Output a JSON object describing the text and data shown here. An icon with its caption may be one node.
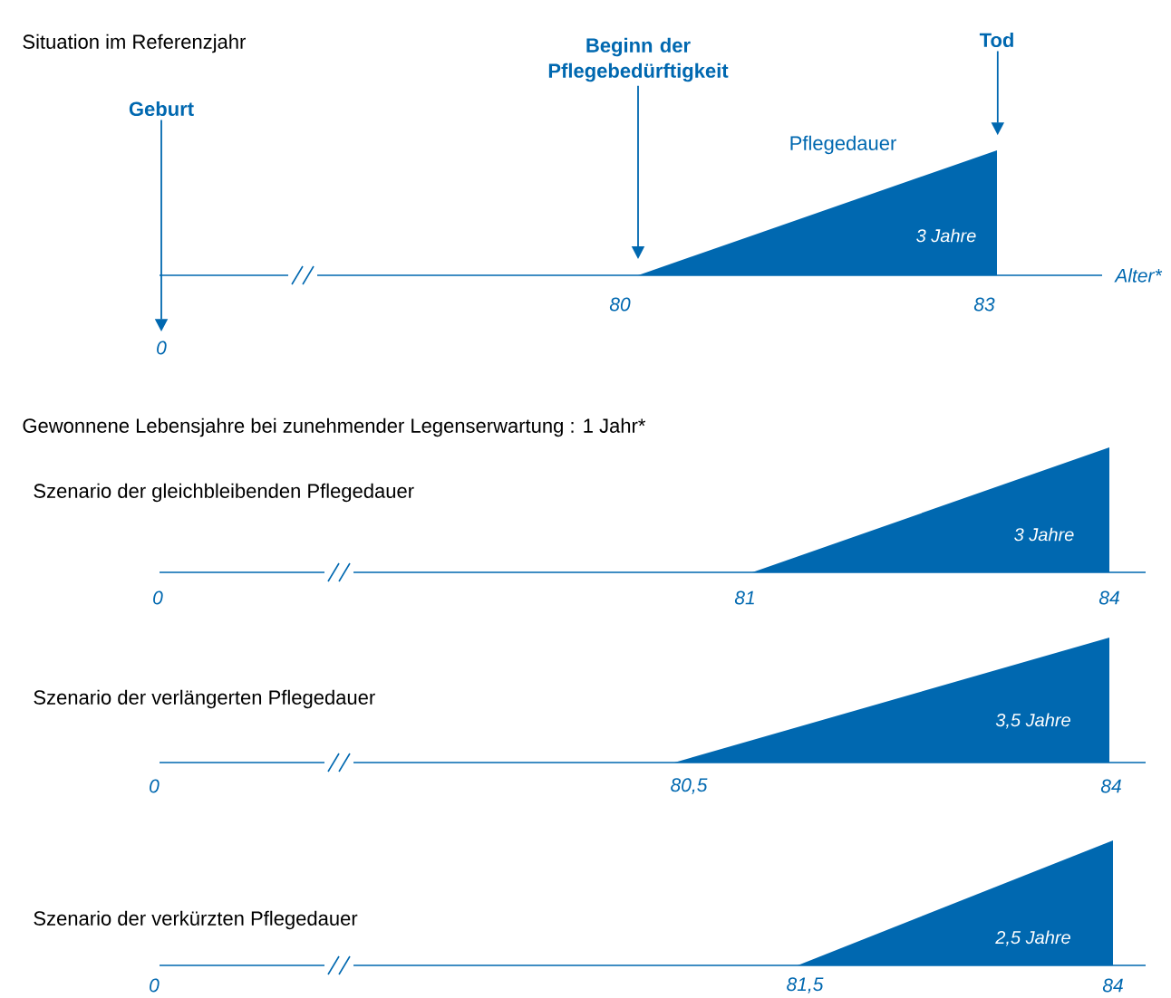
{
  "diagram": {
    "nodes": [
      {
        "text": [
          "Geburt"
        ]
      },
      {
        "text": [
          "Beginn der Pflegebedürftigkeit"
        ]
      },
      {
        "text": [
          "Tod"
        ]
      },
      {
        "text": [
          "3 Jahre"
        ],
        "beside": [
          "Pflegedauer"
        ]
      },
      {
        "text": [
          "3 Jahre"
        ]
      },
      {
        "text": [
          "3,5 Jahre"
        ]
      },
      {
        "text": [
          "2,5 Jahre"
        ]
      },
      {
        "text": [
          "0"
        ]
      }
    ],
    "edges": [
      {
        "from": 0,
        "to": 7,
        "arrow": "to"
      },
      {
        "from": 1,
        "to": 3,
        "arrow": "to"
      },
      {
        "from": 2,
        "to": 3,
        "arrow": "to"
      }
    ],
    "labels": [
      "Situation im Referenzjahr",
      "80",
      "83",
      "Alter*",
      "Gewonnene Lebensjahre bei zunehmender Legenserwartung : 1 Jahr*",
      "Szenario der gleichbleibenden Pflegedauer",
      "0",
      "81",
      "84",
      "Szenario der verlängerten Pflegedauer",
      "0",
      "80,5",
      "84",
      "Szenario der verkürzten Pflegedauer",
      "0",
      "81,5",
      "84"
    ]
  }
}
